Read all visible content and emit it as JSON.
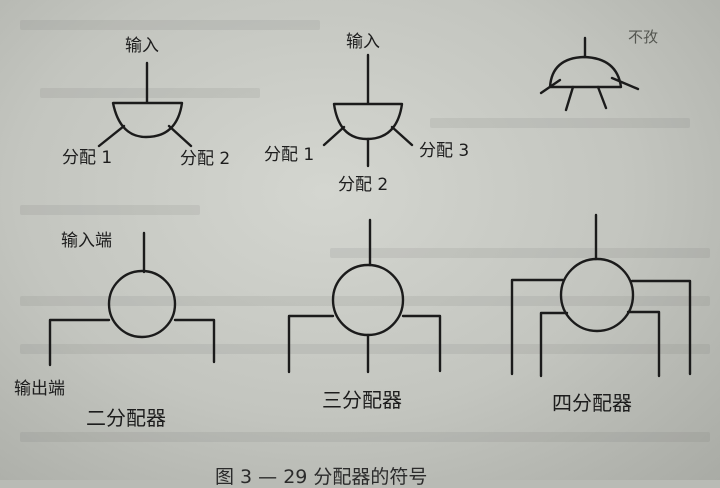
{
  "top_row": {
    "splitter2": {
      "input": "输入",
      "out1": "分配 1",
      "out2": "分配 2"
    },
    "splitter3": {
      "input": "输入",
      "out1": "分配 1",
      "out2": "分配 2",
      "out3": "分配 3"
    },
    "splitter4": {
      "faint_label": "不孜"
    }
  },
  "bottom_row": {
    "two_way": {
      "input_label": "输入端",
      "output_label": "输出端",
      "caption": "二分配器"
    },
    "three_way": {
      "caption": "三分配器"
    },
    "four_way": {
      "caption": "四分配器"
    }
  },
  "figure_caption": "图 3 — 29   分配器的符号"
}
